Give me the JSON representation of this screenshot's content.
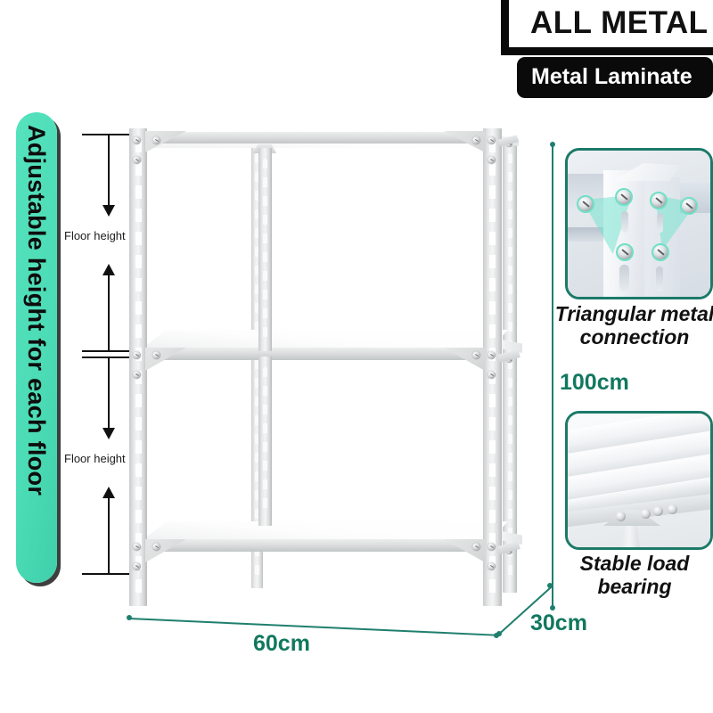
{
  "banner": {
    "primary": "ALL METAL",
    "secondary": "Metal Laminate"
  },
  "side_banner": {
    "text": "Adjustable height for each floor"
  },
  "dimension_callouts": {
    "floor_height_upper": "Floor height",
    "floor_height_lower": "Floor height"
  },
  "measurements": {
    "width": "60cm",
    "depth": "30cm",
    "height": "100cm",
    "line_color": "#1f7f6e",
    "label_color": "#11785f"
  },
  "detail_cards": [
    {
      "id": "triangular-connection",
      "caption": "Triangular metal\nconnection",
      "highlight_color": "#76e4d0",
      "border_color": "#1c7a69"
    },
    {
      "id": "stable-load-bearing",
      "caption": "Stable load\nbearing",
      "border_color": "#1c7a69"
    }
  ],
  "product": {
    "name": "metal-shelving-unit",
    "shelf_count": 3,
    "frame_color": "#e9eaeb",
    "shelf_surface_color": "#ffffff"
  },
  "theme": {
    "accent_green": "#4cdcb6",
    "deep_green": "#1c7a69",
    "black": "#0a0a0a",
    "background": "#ffffff"
  }
}
